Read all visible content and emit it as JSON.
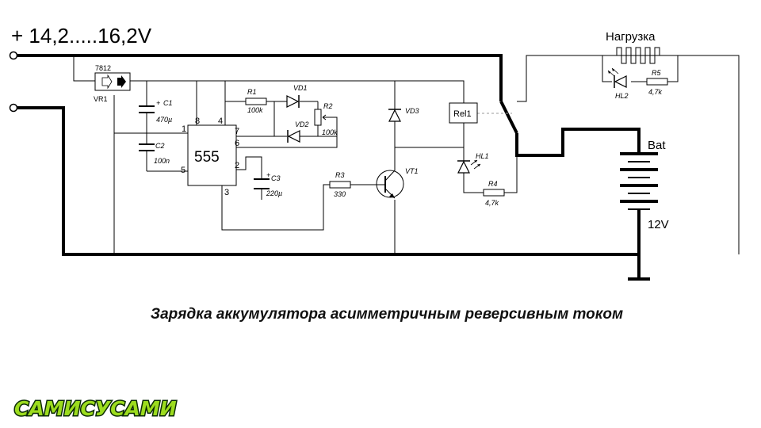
{
  "supply_label": "+ 14,2.....16,2V",
  "load_label": "Нагрузка",
  "battery_label": "Bat",
  "battery_voltage": "12V",
  "caption": "Зарядка аккумулятора асимметричным реверсивным током",
  "logo_text": "САМИСУСАМИ",
  "components": {
    "vr1_type": "7812",
    "vr1": "VR1",
    "c1": "C1",
    "c1_value": "470µ",
    "c2": "C2",
    "c2_value": "100n",
    "ic": "555",
    "pin1": "1",
    "pin8": "8",
    "pin4": "4",
    "pin7": "7",
    "pin6": "6",
    "pin2": "2",
    "pin5": "5",
    "pin3": "3",
    "r1": "R1",
    "r1_value": "100k",
    "vd1": "VD1",
    "vd2": "VD2",
    "r2": "R2",
    "r2_value": "100k",
    "c3": "C3",
    "c3_value": "220µ",
    "r3": "R3",
    "r3_value": "330",
    "vd3": "VD3",
    "vt1": "VT1",
    "rel1": "Rel1",
    "hl1": "HL1",
    "r4": "R4",
    "r4_value": "4,7k",
    "hl2": "HL2",
    "r5": "R5",
    "r5_value": "4,7k"
  },
  "colors": {
    "logo_fill": "#9cdc1e",
    "logo_outline": "#0a2a04"
  }
}
